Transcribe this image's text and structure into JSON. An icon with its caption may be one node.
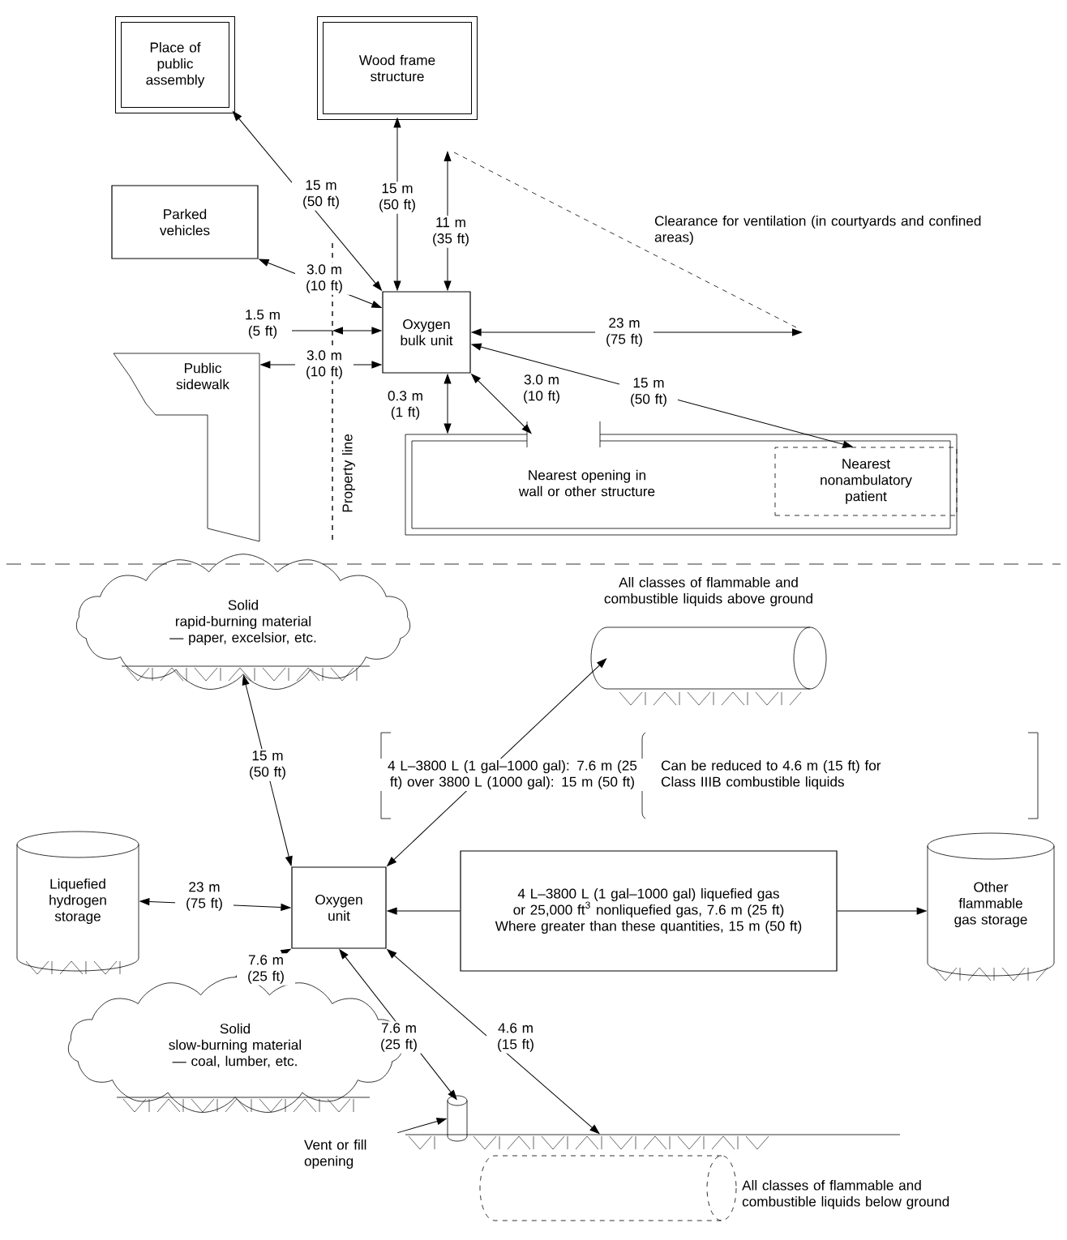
{
  "diagram": {
    "nodes": [
      {
        "text": [
          "Place of public assembly"
        ]
      },
      {
        "text": [
          "Wood frame structure"
        ]
      },
      {
        "text": [
          "Parked vehicles"
        ]
      },
      {
        "text": [
          "Oxygen bulk unit"
        ]
      },
      {
        "text": [
          "Public sidewalk"
        ]
      },
      {
        "text": [
          "Nearest opening in wall or other structure"
        ]
      },
      {
        "text": [
          "Nearest nonambulatory patient"
        ],
        "in": 5
      },
      {
        "text": [
          "Solid",
          "rapid-burning material — paper, excelsior, etc."
        ]
      },
      {
        "text": [
          "All classes of flammable and combustible liquids above ground"
        ]
      },
      {
        "text": [
          "Oxygen unit"
        ]
      },
      {
        "text": [
          "Liquefied hydrogen storage"
        ]
      },
      {
        "text": [
          "4 L–3800 L (1 gal–1000 gal) liquefied gas or 25,000 ft$^{3}$ nonliquefied gas, 7.6 m (25 ft)",
          "Where greater than these quantities, 15 m (50 ft)"
        ]
      },
      {
        "text": [
          "Other flammable gas storage"
        ]
      },
      {
        "text": [
          "Solid",
          "slow-burning material — coal, lumber, etc."
        ]
      },
      {
        "text": [
          "Vent or fill opening"
        ]
      },
      {
        "text": [],
        "shape": "cylinder"
      },
      {
        "text": [],
        "shape": "cylinder",
        "beside": [
          "All classes of flammable and combustible liquids below ground"
        ]
      }
    ],
    "edges": [
      {
        "from": 3,
        "to": 0,
        "arrow": "both",
        "label": "15 m (50 ft)"
      },
      {
        "from": 3,
        "to": 1,
        "arrow": "both",
        "label": "15 m (50 ft)"
      },
      {
        "from": 3,
        "to": null,
        "arrow": "both",
        "label": "11 m (35 ft)"
      },
      {
        "from": 3,
        "to": 2,
        "arrow": "both",
        "label": "3.0 m (10 ft)"
      },
      {
        "from": null,
        "to": 3,
        "arrow": "both",
        "label": "1.5 m (5 ft)"
      },
      {
        "from": 3,
        "to": 4,
        "arrow": "both",
        "label": "3.0 m (10 ft)"
      },
      {
        "from": 3,
        "to": null,
        "arrow": "both",
        "label": "23 m (75 ft)"
      },
      {
        "from": 3,
        "to": 6,
        "arrow": "both",
        "label": "15 m (50 ft)"
      },
      {
        "from": 3,
        "to": 5,
        "arrow": "both",
        "label": "3.0 m (10 ft)"
      },
      {
        "from": 3,
        "to": 5,
        "arrow": "both",
        "label": "0.3 m (1 ft)"
      },
      {
        "from": 9,
        "to": 7,
        "arrow": "both",
        "label": "15 m (50 ft)"
      },
      {
        "from": 9,
        "to": 8,
        "arrow": "both",
        "label": "4 L–3800 L (1 gal–1000 gal): 7.6 m (25 ft) over 3800 L (1000 gal): 15 m (50 ft)"
      },
      {
        "from": 9,
        "to": 10,
        "arrow": "both",
        "label": "23 m (75 ft)"
      },
      {
        "from": 11,
        "to": 9,
        "arrow": "to"
      },
      {
        "from": 11,
        "to": 12,
        "arrow": "to"
      },
      {
        "from": 9,
        "to": 13,
        "arrow": "both",
        "label": "7.6 m (25 ft)"
      },
      {
        "from": 9,
        "to": 15,
        "arrow": "both",
        "label": "7.6 m (25 ft)"
      },
      {
        "from": 14,
        "to": 15,
        "arrow": "to"
      },
      {
        "from": 9,
        "to": 16,
        "arrow": "both",
        "label": "4.6 m (15 ft)"
      }
    ],
    "labels": [
      "Clearance for ventilation (in courtyards and confined areas)",
      "Property line",
      "Can be reduced to 4.6 m (15 ft) for Class IIIB combustible liquids"
    ]
  }
}
